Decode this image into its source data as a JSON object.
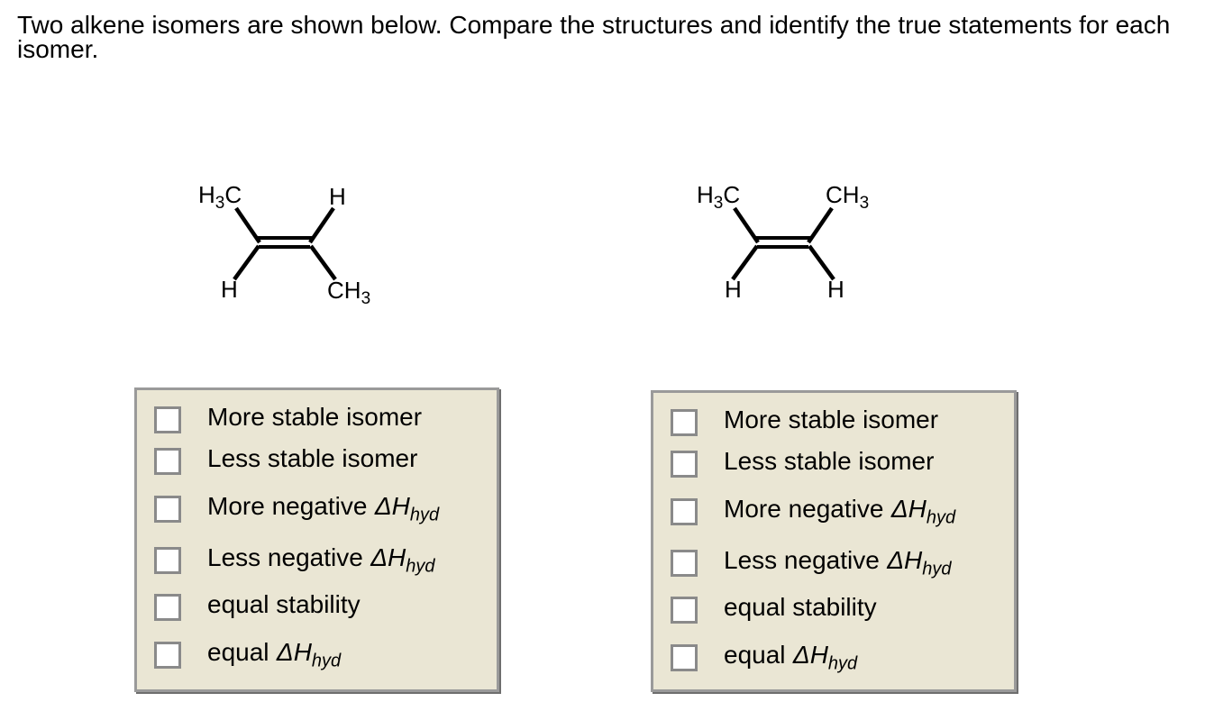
{
  "question": "Two alkene isomers are shown below. Compare the structures and identify the true statements for each isomer.",
  "molecules": {
    "left": {
      "top_left_main": "H",
      "top_left_sub": "3",
      "top_left_tail": "C",
      "top_right_main": "H",
      "top_right_sub": "",
      "bottom_left": "H",
      "bottom_right_main": "CH",
      "bottom_right_sub": "3"
    },
    "right": {
      "top_left_main": "H",
      "top_left_sub": "3",
      "top_left_tail": "C",
      "top_right_main": "CH",
      "top_right_sub": "3",
      "bottom_left": "H",
      "bottom_right_main": "H",
      "bottom_right_sub": ""
    }
  },
  "options": [
    {
      "label": "More stable isomer",
      "formula_main": "",
      "formula_sub": ""
    },
    {
      "label": "Less stable isomer",
      "formula_main": "",
      "formula_sub": ""
    },
    {
      "label": "More negative",
      "formula_main": "ΔH",
      "formula_sub": "hyd"
    },
    {
      "label": "Less negative",
      "formula_main": "ΔH",
      "formula_sub": "hyd"
    },
    {
      "label": "equal stability",
      "formula_main": "",
      "formula_sub": ""
    },
    {
      "label": "equal",
      "formula_main": "ΔH",
      "formula_sub": "hyd"
    }
  ],
  "colors": {
    "panel_background": "#eae6d4",
    "panel_border": "#9a9a9a",
    "checkbox_border": "#8a8a8a",
    "text": "#000000"
  }
}
